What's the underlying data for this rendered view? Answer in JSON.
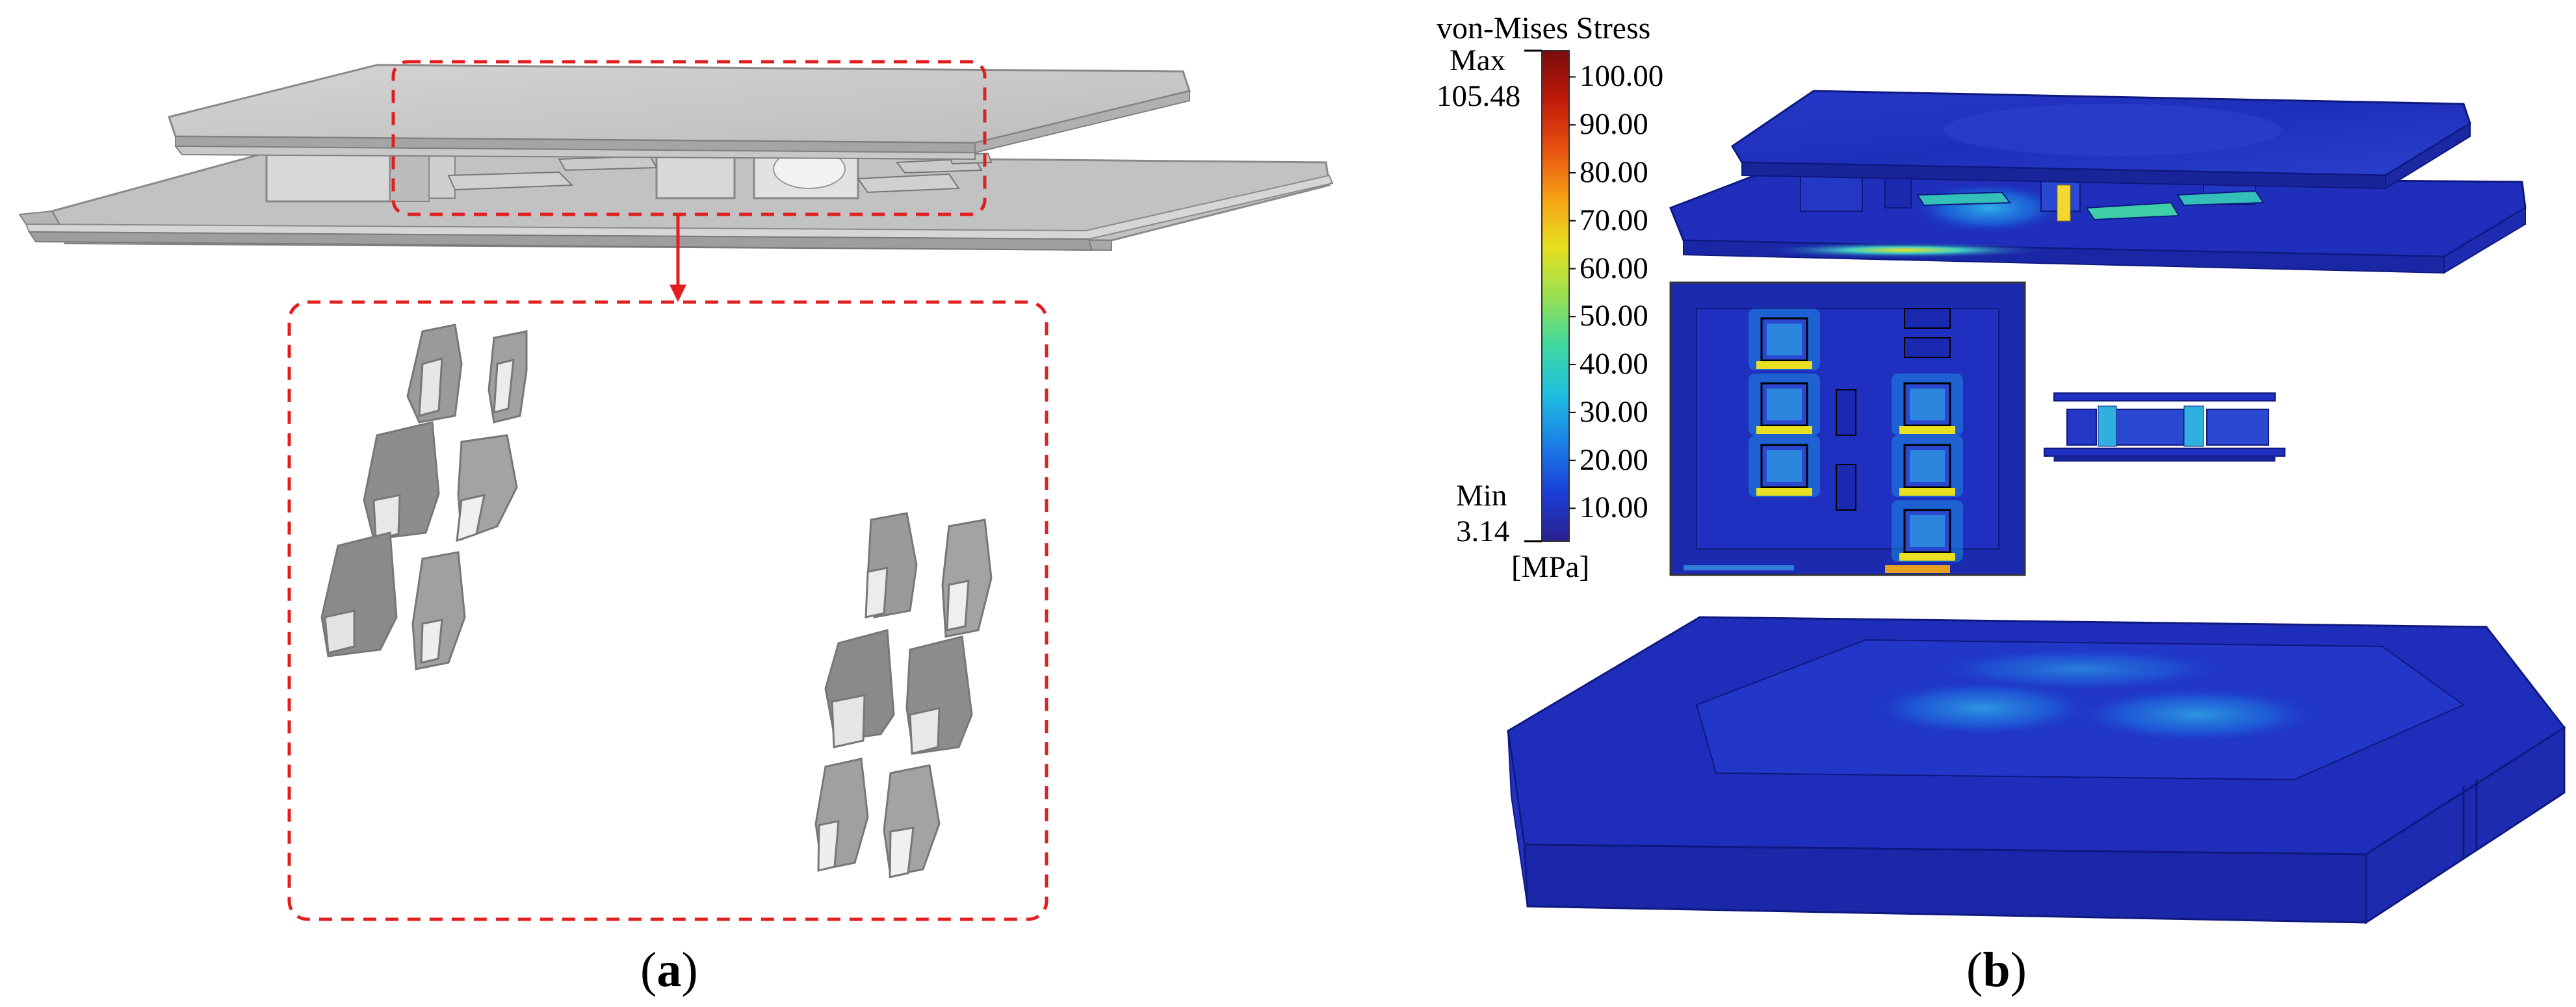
{
  "panel_a": {
    "label": "a"
  },
  "panel_b": {
    "label": "b",
    "legend": {
      "title": "von-Mises Stress",
      "max_label": "Max",
      "max_value": "105.48",
      "min_label": "Min",
      "min_value": "3.14",
      "unit": "[MPa]",
      "ticks": [
        "100.00",
        "90.00",
        "80.00",
        "70.00",
        "60.00",
        "50.00",
        "40.00",
        "30.00",
        "20.00",
        "10.00"
      ],
      "range": [
        3.14,
        105.48
      ],
      "colormap": [
        "#2a1f8f",
        "#1a3fd8",
        "#1b80e8",
        "#1fc0e0",
        "#3fd8a0",
        "#9ae050",
        "#e8e020",
        "#f5a015",
        "#e85010",
        "#c01a0a",
        "#7a0c0c"
      ]
    }
  },
  "colors": {
    "annotation_red": "#e02020",
    "model_gray": "#c9c9c9",
    "stress_low": "#1a2ab8"
  }
}
